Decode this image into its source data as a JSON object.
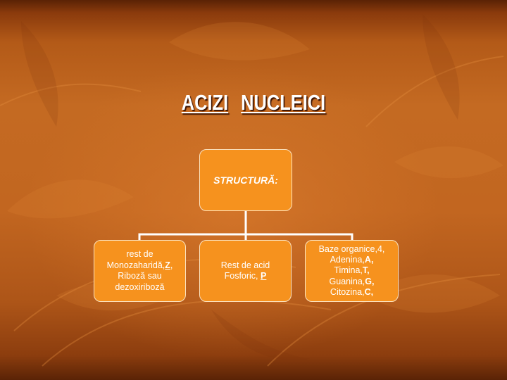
{
  "slide": {
    "title_part1": "ACIZI",
    "title_part2": "NUCLEICI"
  },
  "diagram": {
    "root": {
      "label": "STRUCTURĂ:"
    },
    "children": [
      {
        "line1": "rest  de",
        "line2_text": "Monozaharidă,",
        "line2_code": "Z",
        "line2_end": ",",
        "line3": "Riboză sau",
        "line4": "dezoxiriboză"
      },
      {
        "line1": "Rest  de acid",
        "line2_text": "Fosforic, ",
        "line2_code": "P"
      },
      {
        "line1": "Baze  organice,4,",
        "items": [
          {
            "name": "Adenina,",
            "code": "A,"
          },
          {
            "name": "Timina,",
            "code": "T,"
          },
          {
            "name": "Guanina,",
            "code": "G,"
          },
          {
            "name": "Citozina,",
            "code": "C,"
          }
        ]
      }
    ]
  },
  "colors": {
    "box_fill": "#f6921e",
    "box_border": "#fce3bf",
    "connector": "#ffffff",
    "background": "#c26620"
  }
}
